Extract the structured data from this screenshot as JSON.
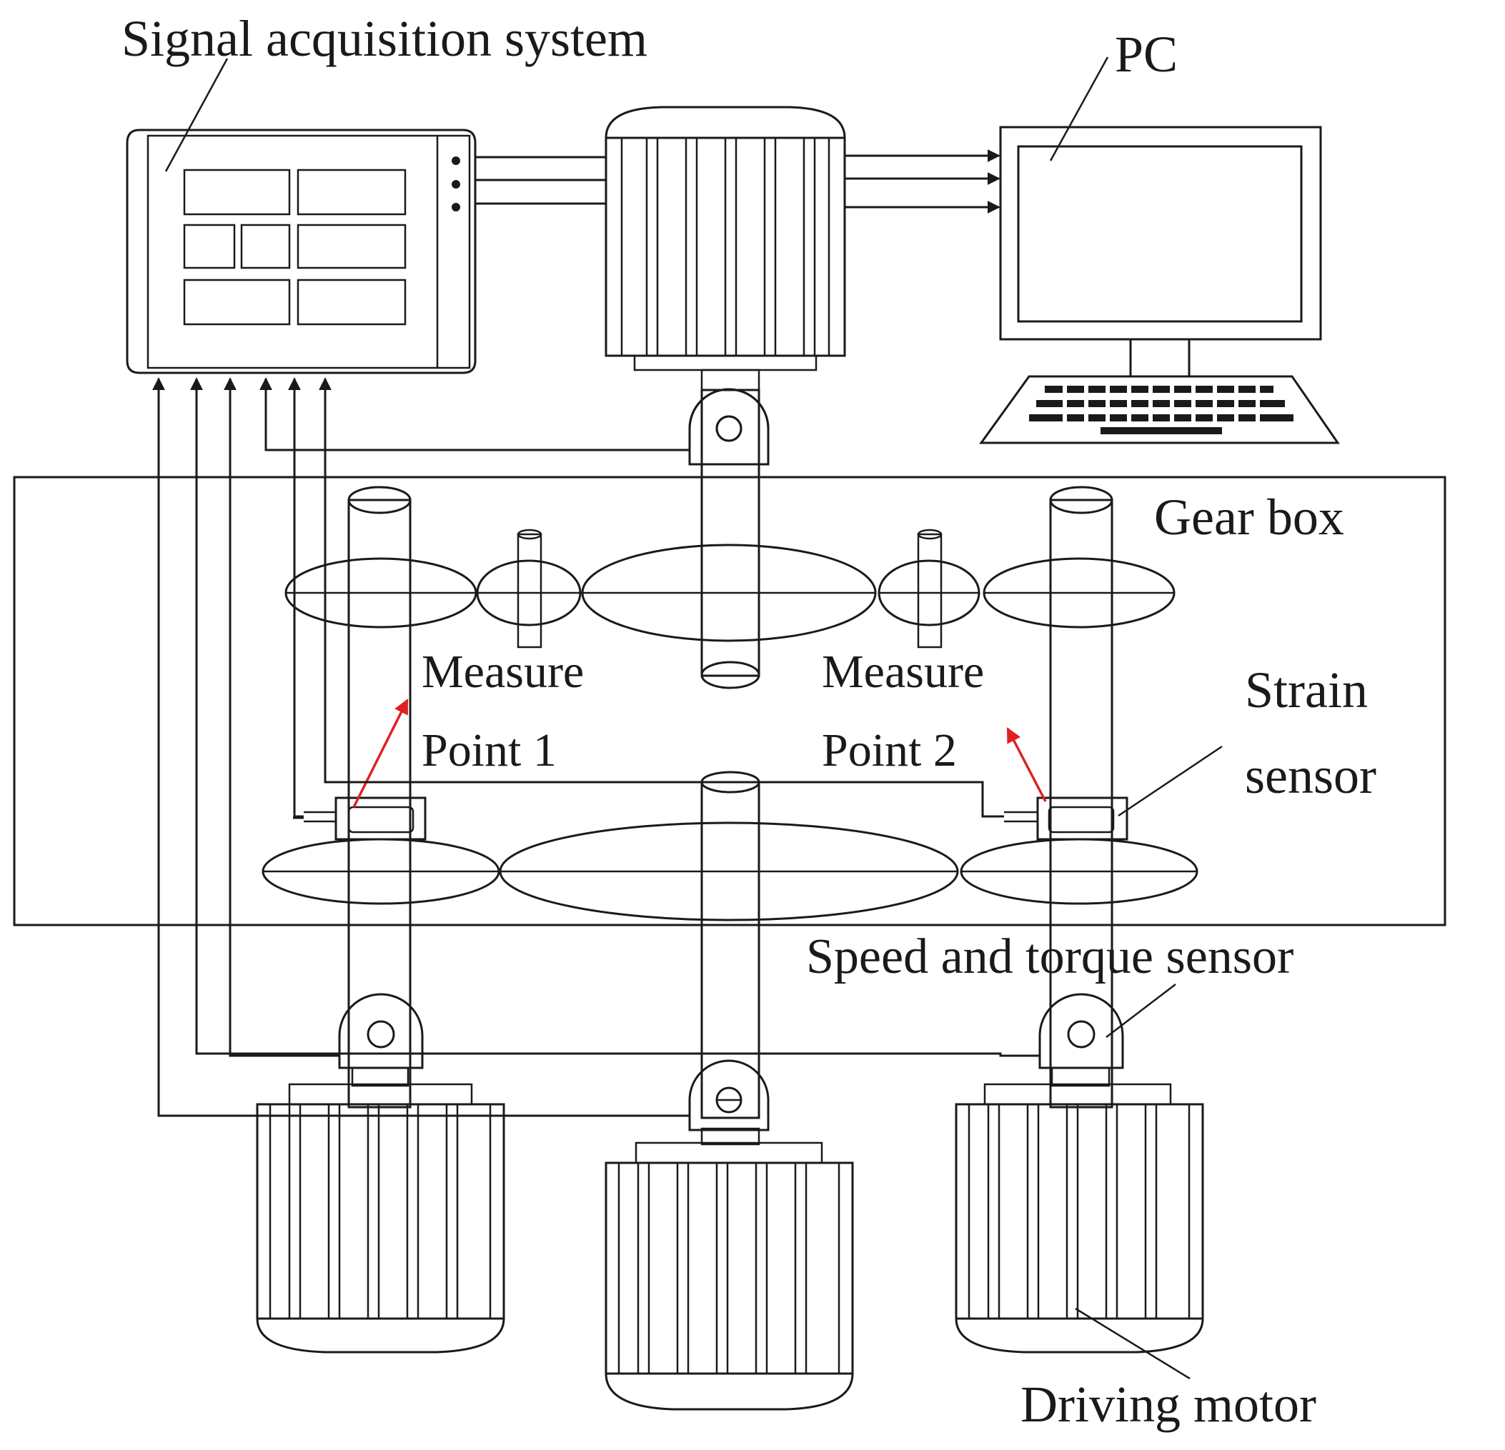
{
  "labels": {
    "signal_acquisition": "Signal acquisition system",
    "pc": "PC",
    "gear_box": "Gear box",
    "measure_point_1_line1": "Measure",
    "measure_point_1_line2": "Point 1",
    "measure_point_2_line1": "Measure",
    "measure_point_2_line2": "Point 2",
    "strain_sensor_line1": "Strain",
    "strain_sensor_line2": "sensor",
    "speed_torque_sensor": "Speed and torque sensor",
    "driving_motor": "Driving motor"
  },
  "colors": {
    "line": "#1a1a1a",
    "gearbox_fill": "#d4d4d4",
    "motor_fill": "#9a9a9a",
    "motor_light": "#c8c8c8",
    "sensor_fill": "#cfcfcf",
    "measure_arrow": "#e02020",
    "white": "#ffffff"
  }
}
